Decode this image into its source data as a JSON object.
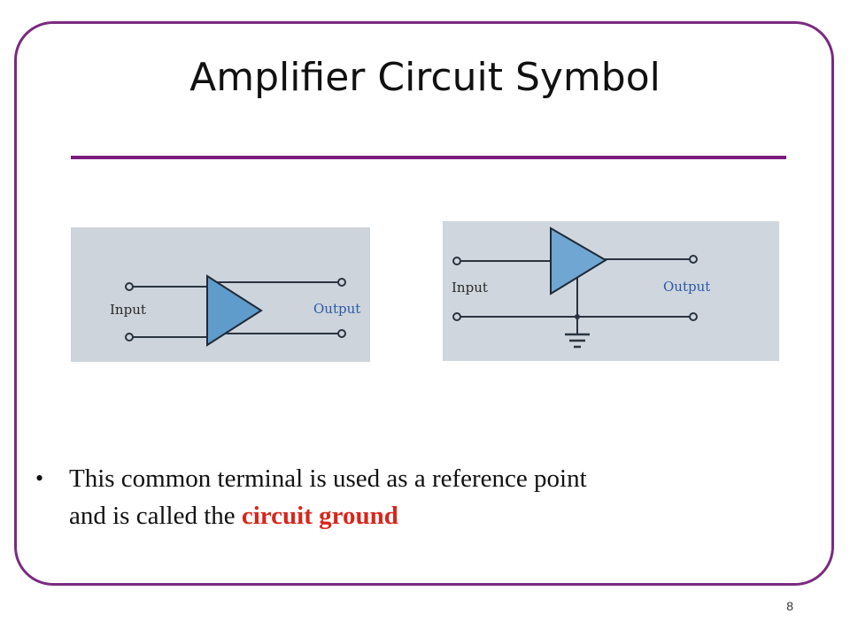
{
  "slide": {
    "title": "Amplifier Circuit Symbol",
    "page_number": "8"
  },
  "figures": [
    {
      "input_label": "Input",
      "output_label": "Output",
      "background": "#cdd4dc",
      "triangle_color": "#5f9bcb",
      "output_label_color": "#2d5aa8"
    },
    {
      "input_label": "Input",
      "output_label": "Output",
      "background": "#cfd6dd",
      "triangle_color": "#6fa7d2",
      "output_label_color": "#2d5aa8"
    }
  ],
  "bullet": {
    "marker": "•",
    "text_line1": "This common terminal is used as a reference point",
    "text_line2_prefix": "and is called the",
    "highlight": "circuit ground",
    "highlight_color": "#d8261c"
  },
  "frame_color": "#7a2a80"
}
